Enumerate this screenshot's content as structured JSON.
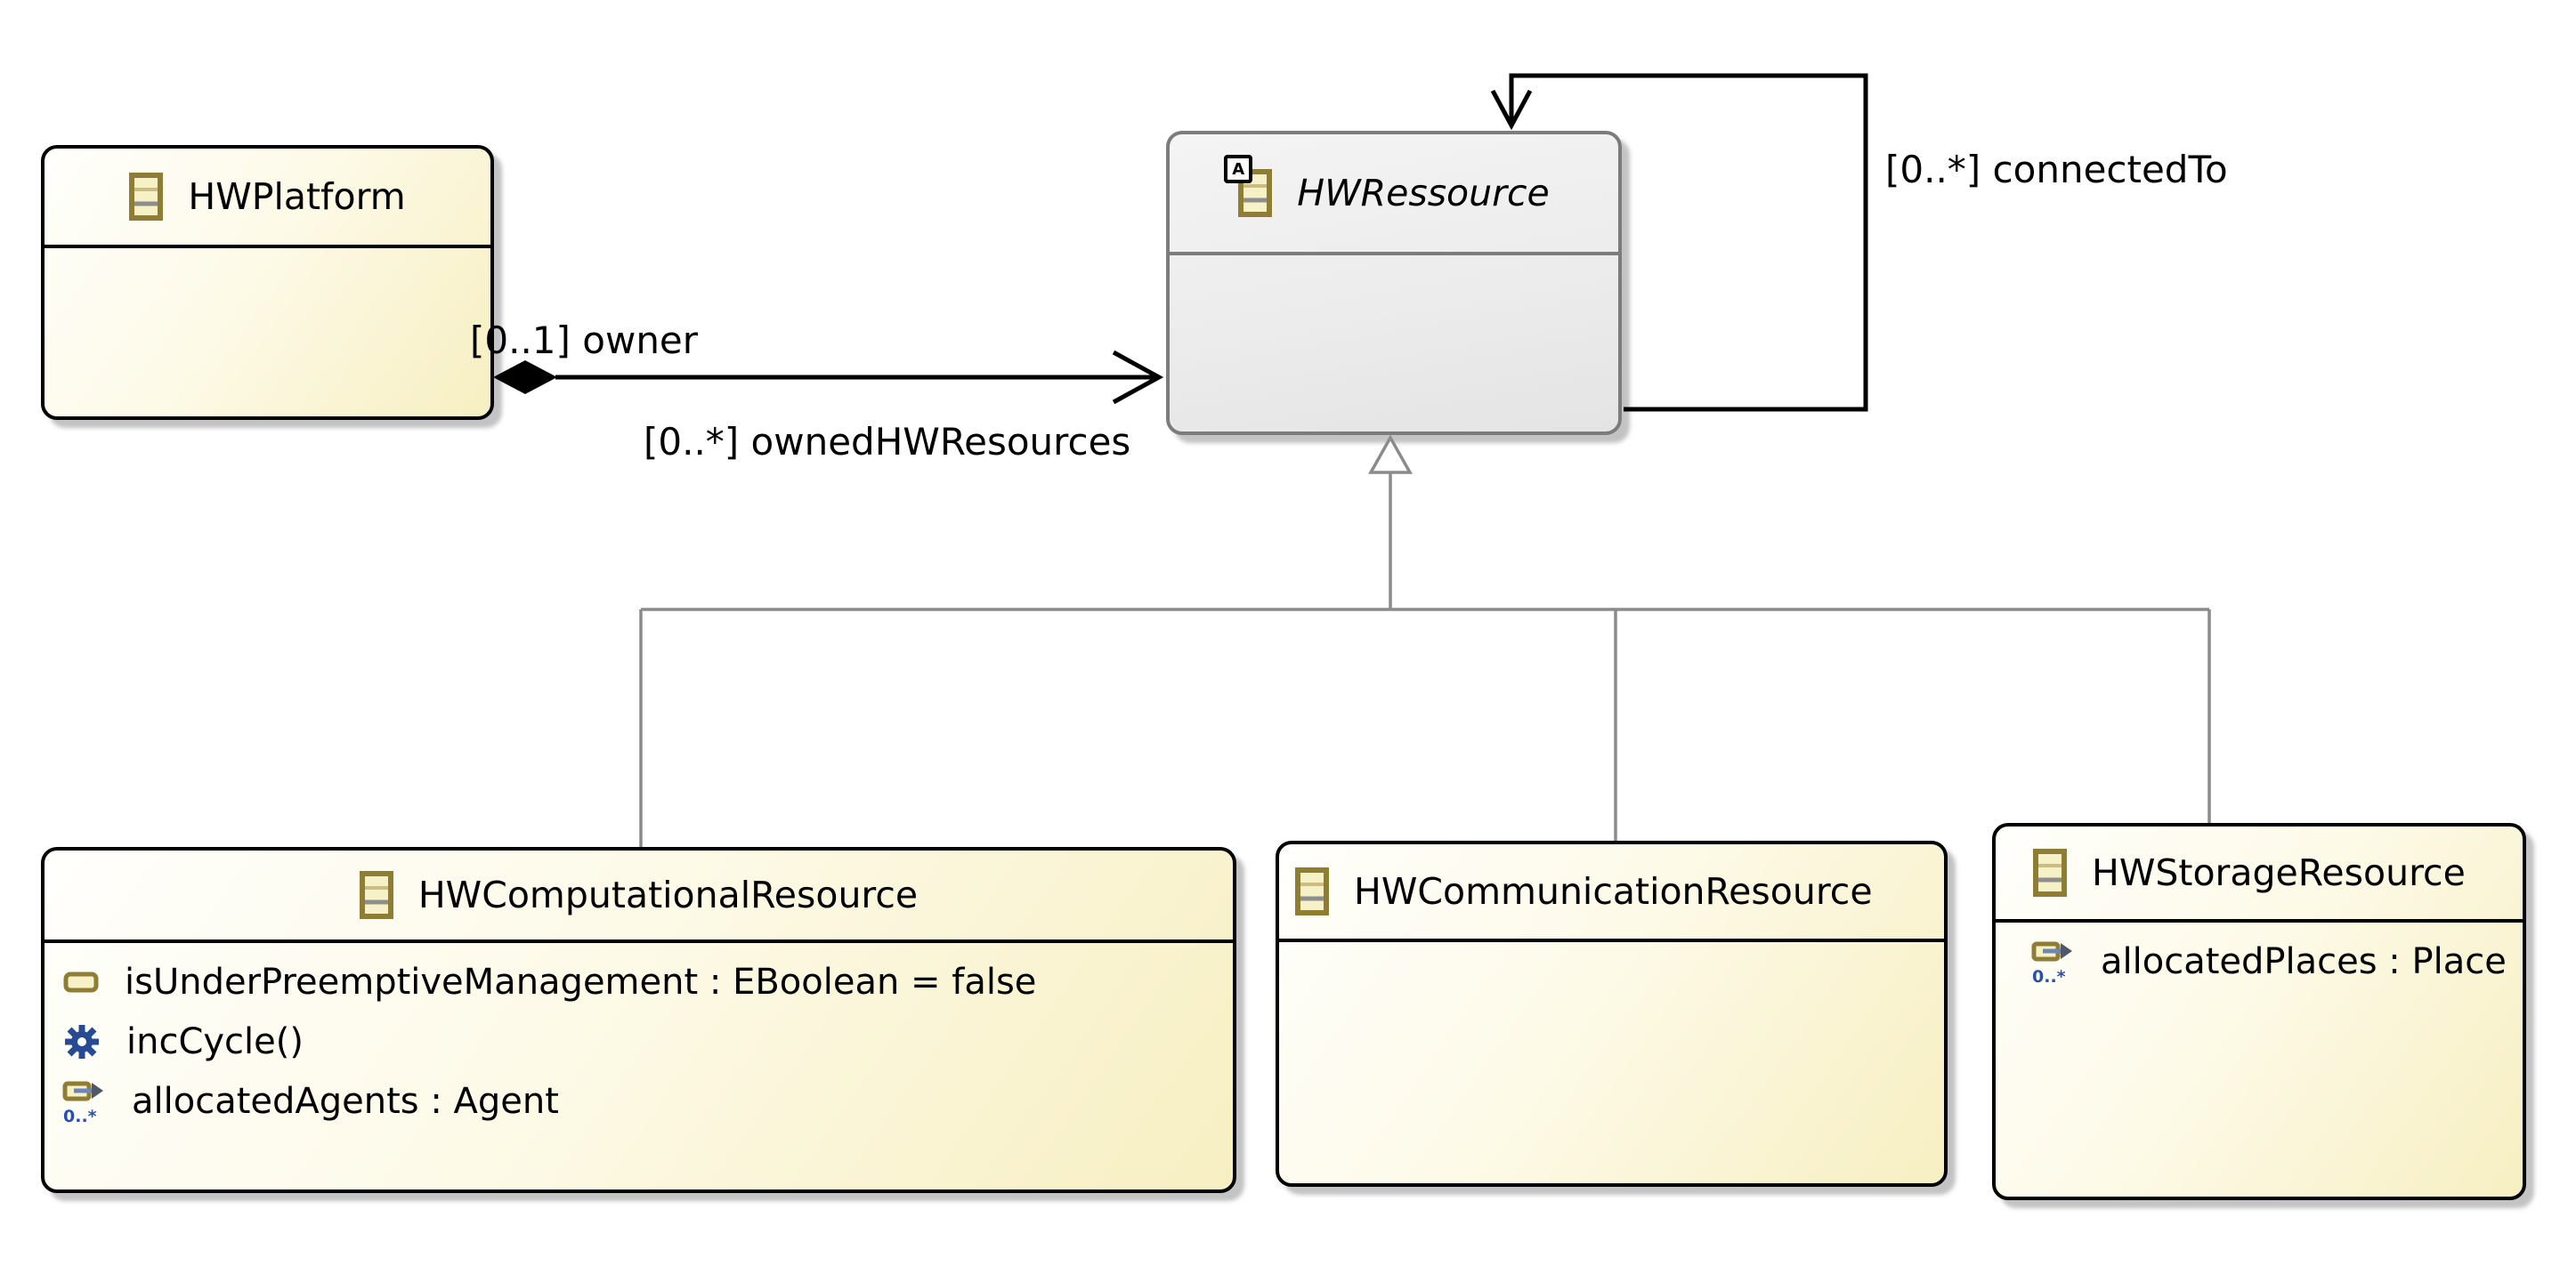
{
  "diagram_type": "ecore-class-diagram",
  "classes": {
    "hwplatform": {
      "name": "HWPlatform",
      "abstract": false,
      "icon": "eclass-icon"
    },
    "hwressource": {
      "name": "HWRessource",
      "abstract": true,
      "abstract_marker": "A",
      "icon": "eclass-icon"
    },
    "hwcomputational": {
      "name": "HWComputationalResource",
      "abstract": false,
      "icon": "eclass-icon",
      "members": [
        {
          "icon": "eattribute-icon",
          "label": "isUnderPreemptiveManagement : EBoolean = false"
        },
        {
          "icon": "eoperation-icon",
          "label": "incCycle()"
        },
        {
          "icon": "ereference-icon",
          "label": "allocatedAgents : Agent",
          "badge": "0..*"
        }
      ]
    },
    "hwcommunication": {
      "name": "HWCommunicationResource",
      "abstract": false,
      "icon": "eclass-icon"
    },
    "hwstorage": {
      "name": "HWStorageResource",
      "abstract": false,
      "icon": "eclass-icon",
      "members": [
        {
          "icon": "ereference-icon",
          "label": "allocatedPlaces : Place",
          "badge": "0..*"
        }
      ]
    }
  },
  "edges": {
    "owner_composition": {
      "type": "composition",
      "source": "HWPlatform",
      "target": "HWRessource",
      "source_label": "[0..1] owner",
      "target_label": "[0..*] ownedHWResources"
    },
    "connected_to": {
      "type": "self-association",
      "source": "HWRessource",
      "target": "HWRessource",
      "label": "[0..*] connectedTo"
    },
    "generalizations": {
      "children": [
        "HWComputationalResource",
        "HWCommunicationResource",
        "HWStorageResource"
      ],
      "parent": "HWRessource"
    }
  },
  "colors": {
    "class_fill_start": "#fffffc",
    "class_fill_end": "#f7efc2",
    "class_border": "#000000",
    "abstract_fill_start": "#f4f4f4",
    "abstract_fill_end": "#e4e4e4",
    "abstract_border": "#7c7c7c",
    "generalization_line": "#8b8b8b",
    "association_line": "#000000",
    "eclass_icon_border": "#8e7d33",
    "eclass_icon_fill": "#f6f1c6",
    "eoperation_icon": "#274a94",
    "ereference_badge": "#2a4fae"
  }
}
